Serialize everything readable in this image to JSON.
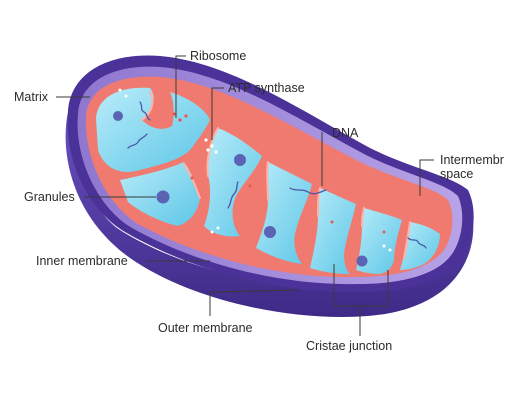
{
  "labels": {
    "ribosome": "Ribosome",
    "atp_synthase": "ATP synthase",
    "matrix": "Matrix",
    "dna": "DNA",
    "intermembrane_line1": "Intermembr",
    "intermembrane_line2": "space",
    "granules": "Granules",
    "inner_membrane": "Inner membrane",
    "outer_membrane": "Outer membrane",
    "cristae_junction": "Cristae junction"
  },
  "colors": {
    "outer_membrane": "#5a3fa6",
    "outer_membrane_dark": "#3e2a86",
    "intermembrane_space": "#a58cd8",
    "inner_membrane": "#f07a6f",
    "inner_membrane_light": "#ffb3a6",
    "matrix": "#7fd3ea",
    "matrix_light": "#c9f0fa",
    "granule": "#5b63b5",
    "dna": "#4a5aa8",
    "leader_line": "#3a3a3a"
  }
}
